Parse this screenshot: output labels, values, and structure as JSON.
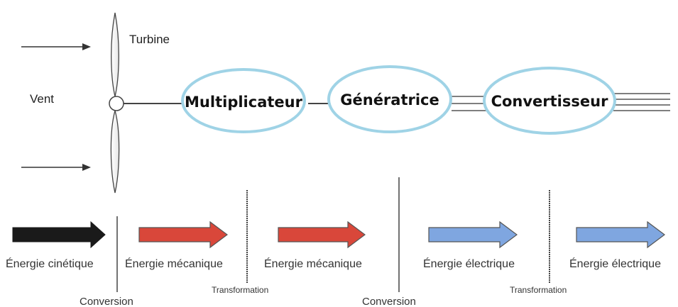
{
  "labels": {
    "turbine": "Turbine",
    "wind": "Vent"
  },
  "nodes": [
    {
      "id": "multiplicateur",
      "label": "Multiplicateur"
    },
    {
      "id": "generatrice",
      "label": "Génératrice"
    },
    {
      "id": "convertisseur",
      "label": "Convertisseur"
    }
  ],
  "energies": [
    {
      "label": "Énergie cinétique",
      "color": "#1a1a1a"
    },
    {
      "label": "Énergie mécanique",
      "color": "#d9473a"
    },
    {
      "label": "Énergie mécanique",
      "color": "#d9473a"
    },
    {
      "label": "Énergie électrique",
      "color": "#7fa6e0"
    },
    {
      "label": "Énergie électrique",
      "color": "#7fa6e0"
    }
  ],
  "processes": [
    "Conversion",
    "Transformation",
    "Conversion",
    "Transformation"
  ],
  "colors": {
    "node_border": "#9fd3e6",
    "line": "#333333"
  }
}
